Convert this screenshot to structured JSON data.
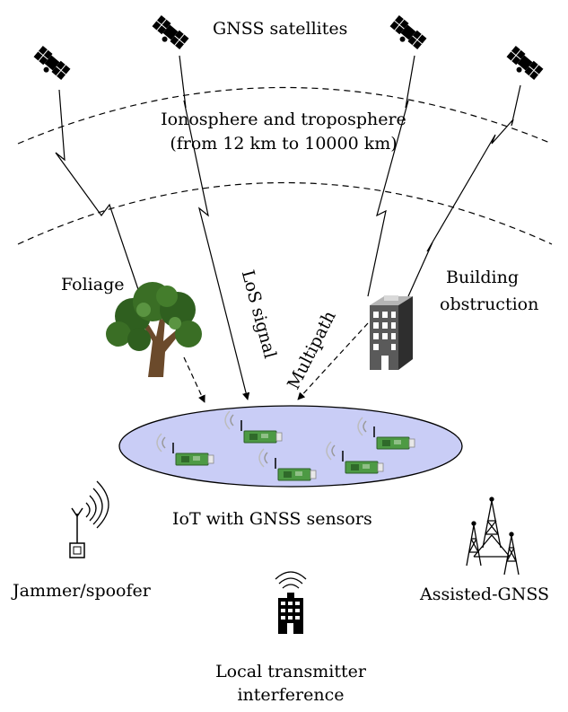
{
  "title": "GNSS satellites",
  "atmosphere": {
    "line1": "Ionosphere and troposphere",
    "line2": "(from 12 km to 10000 km)"
  },
  "labels": {
    "foliage": "Foliage",
    "los": "LoS signal",
    "multipath": "Multipath",
    "building_line1": "Building",
    "building_line2": "obstruction",
    "iot": "IoT with GNSS sensors",
    "jammer": "Jammer/spoofer",
    "assisted": "Assisted-GNSS",
    "local_line1": "Local transmitter",
    "local_line2": "interference"
  },
  "icons": [
    "satellite-icon",
    "tree-icon",
    "building-icon",
    "iot-board-icon",
    "antenna-icon",
    "office-icon",
    "tower-icon"
  ],
  "colors": {
    "ellipse_fill": "#c9cdf6",
    "board_green": "#3f8f3a",
    "building_gray": "#5a5a5a",
    "tree_green": "#2f5f1f",
    "trunk_brown": "#6b4a2b"
  }
}
